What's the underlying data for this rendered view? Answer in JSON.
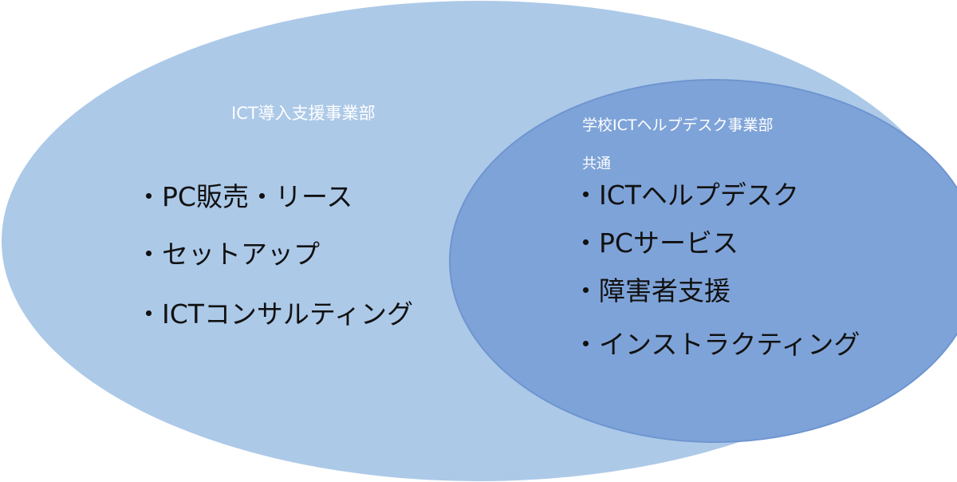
{
  "colors": {
    "outer_fill": "#acc9e8",
    "inner_fill": "#7ea3d8",
    "inner_stroke": "#6f95d0",
    "title_text": "#ffffff",
    "item_text": "#111111"
  },
  "outer_group": {
    "title": "ICT導入支援事業部",
    "items": [
      "・PC販売・リース",
      "・セットアップ",
      "・ICTコンサルティング"
    ]
  },
  "inner_group": {
    "title": "学校ICTヘルプデスク事業部",
    "subtitle": "共通",
    "items": [
      "・ICTヘルプデスク",
      "・PCサービス",
      "・障害者支援",
      "・インストラクティング"
    ]
  }
}
